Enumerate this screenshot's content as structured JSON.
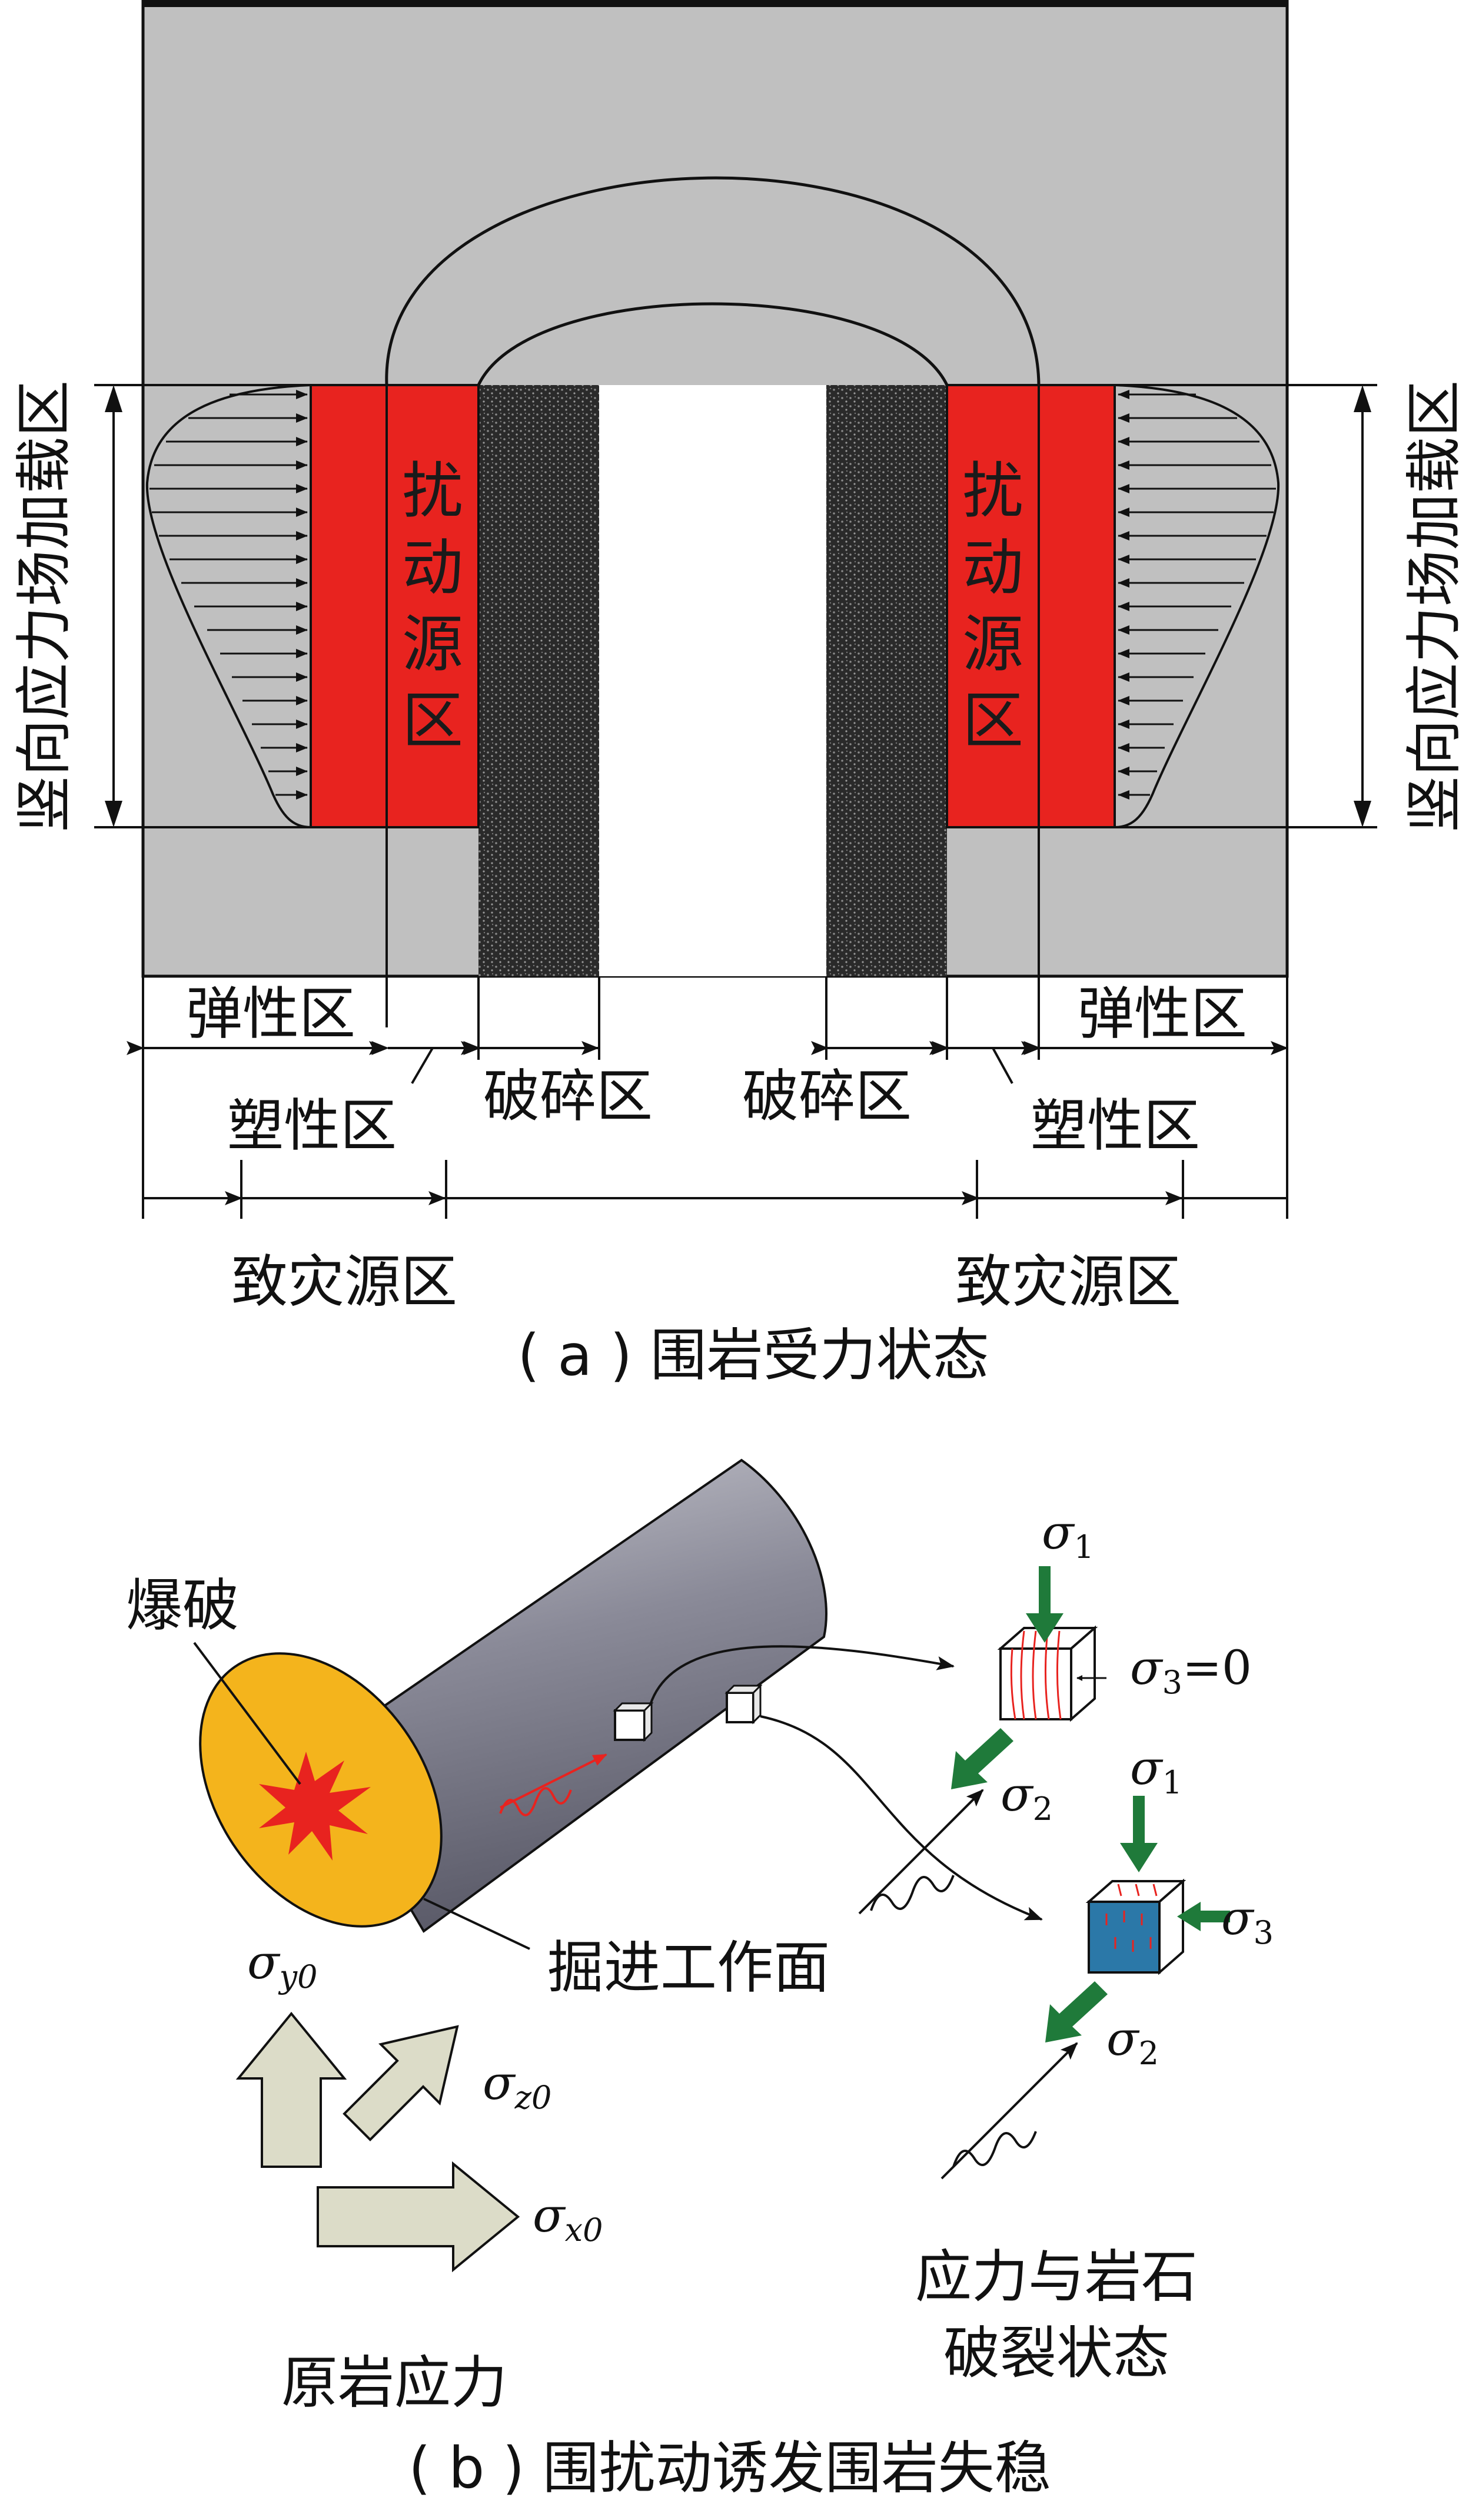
{
  "part_a": {
    "vertical_stress_zone": "竖向应力场加载区",
    "disturbance_source_zone": [
      "扰",
      "动",
      "源",
      "区"
    ],
    "elastic_zone": "弹性区",
    "plastic_zone": "塑性区",
    "broken_zone": "破碎区",
    "disaster_source_zone": "致灾源区",
    "caption": "( a ) 围岩受力状态"
  },
  "part_b": {
    "blasting": "爆破",
    "excavation_face": "掘进工作面",
    "sigma": "σ",
    "sub_1": "1",
    "sub_2": "2",
    "sub_3": "3",
    "sigma3_zero_suffix": "=0",
    "sub_y0": "y0",
    "sub_z0": "z0",
    "sub_x0": "x0",
    "in_situ_stress": "原岩应力",
    "stress_rock_state_line1": "应力与岩石",
    "stress_rock_state_line2": "破裂状态",
    "caption": "( b ) 围扰动诱发围岩失稳"
  },
  "colors": {
    "rock_gray": "#c0c0c0",
    "disturbance_red": "#e8231f",
    "cylinder_face_orange": "#f4b41c",
    "blast_red": "#e8231f",
    "cube_blue": "#2b78a8",
    "arrow_green": "#1f7a3a",
    "stress_arrow_fill": "#dcdcc8"
  }
}
